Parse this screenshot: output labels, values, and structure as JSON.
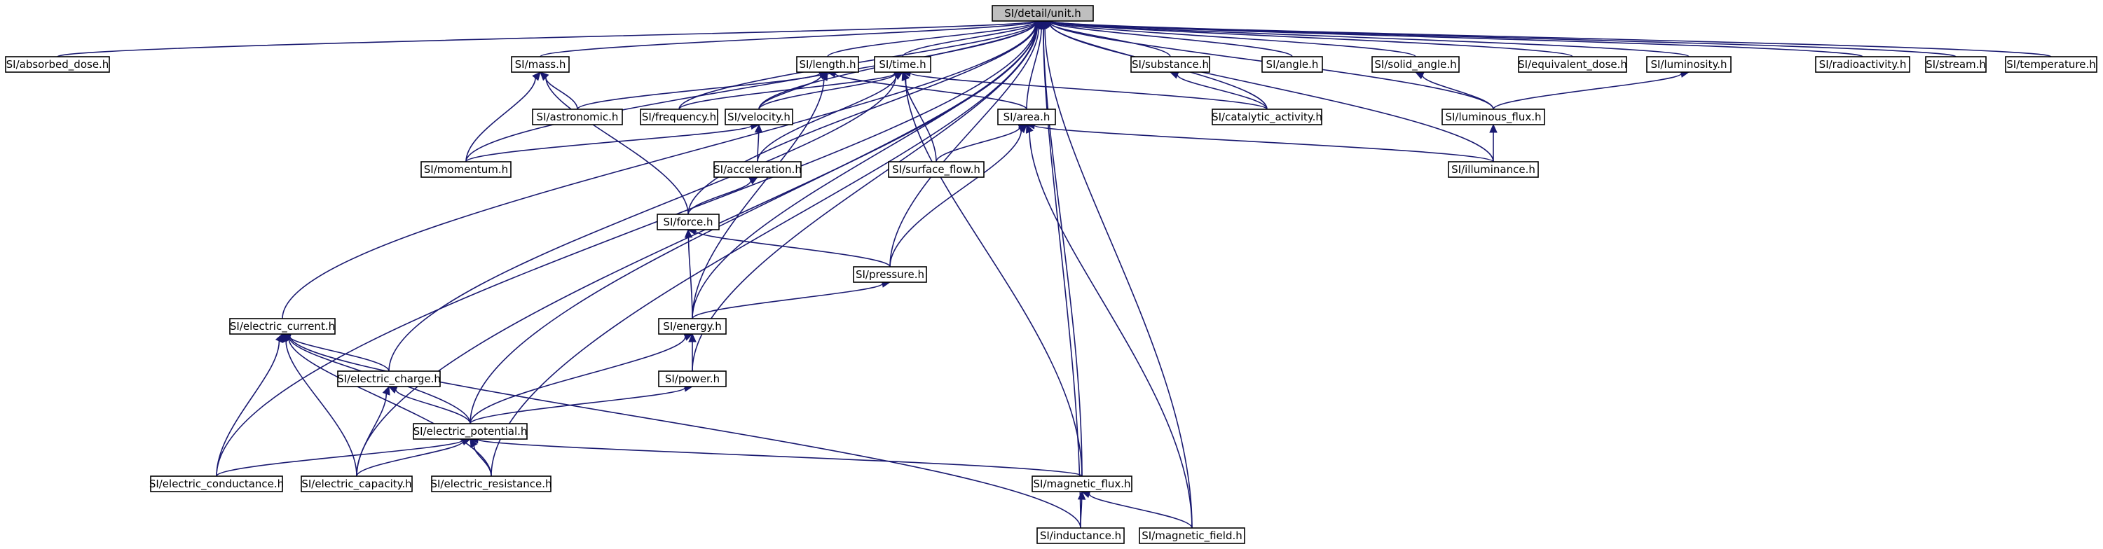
{
  "graph": {
    "colors": {
      "edge": "#191970",
      "root_fill": "#bfbfbf",
      "node_fill": "#ffffff",
      "node_border": "#000000"
    },
    "nodes": [
      {
        "id": "unit",
        "label": "SI/detail/unit.h",
        "root": true
      },
      {
        "id": "absorbed_dose",
        "label": "SI/absorbed_dose.h"
      },
      {
        "id": "mass",
        "label": "SI/mass.h"
      },
      {
        "id": "length",
        "label": "SI/length.h"
      },
      {
        "id": "time",
        "label": "SI/time.h"
      },
      {
        "id": "substance",
        "label": "SI/substance.h"
      },
      {
        "id": "angle",
        "label": "SI/angle.h"
      },
      {
        "id": "solid_angle",
        "label": "SI/solid_angle.h"
      },
      {
        "id": "equivalent_dose",
        "label": "SI/equivalent_dose.h"
      },
      {
        "id": "luminosity",
        "label": "SI/luminosity.h"
      },
      {
        "id": "radioactivity",
        "label": "SI/radioactivity.h"
      },
      {
        "id": "stream",
        "label": "SI/stream.h"
      },
      {
        "id": "temperature",
        "label": "SI/temperature.h"
      },
      {
        "id": "astronomic",
        "label": "SI/astronomic.h"
      },
      {
        "id": "frequency",
        "label": "SI/frequency.h"
      },
      {
        "id": "velocity",
        "label": "SI/velocity.h"
      },
      {
        "id": "area",
        "label": "SI/area.h"
      },
      {
        "id": "catalytic_activity",
        "label": "SI/catalytic_activity.h"
      },
      {
        "id": "luminous_flux",
        "label": "SI/luminous_flux.h"
      },
      {
        "id": "momentum",
        "label": "SI/momentum.h"
      },
      {
        "id": "acceleration",
        "label": "SI/acceleration.h"
      },
      {
        "id": "surface_flow",
        "label": "SI/surface_flow.h"
      },
      {
        "id": "illuminance",
        "label": "SI/illuminance.h"
      },
      {
        "id": "force",
        "label": "SI/force.h"
      },
      {
        "id": "pressure",
        "label": "SI/pressure.h"
      },
      {
        "id": "electric_current",
        "label": "SI/electric_current.h"
      },
      {
        "id": "energy",
        "label": "SI/energy.h"
      },
      {
        "id": "electric_charge",
        "label": "SI/electric_charge.h"
      },
      {
        "id": "power",
        "label": "SI/power.h"
      },
      {
        "id": "electric_potential",
        "label": "SI/electric_potential.h"
      },
      {
        "id": "electric_conductance",
        "label": "SI/electric_conductance.h"
      },
      {
        "id": "electric_capacity",
        "label": "SI/electric_capacity.h"
      },
      {
        "id": "electric_resistance",
        "label": "SI/electric_resistance.h"
      },
      {
        "id": "magnetic_flux",
        "label": "SI/magnetic_flux.h"
      },
      {
        "id": "inductance",
        "label": "SI/inductance.h"
      },
      {
        "id": "magnetic_field",
        "label": "SI/magnetic_field.h"
      }
    ],
    "edges": [
      {
        "from": "absorbed_dose",
        "to": "unit"
      },
      {
        "from": "mass",
        "to": "unit"
      },
      {
        "from": "length",
        "to": "unit"
      },
      {
        "from": "time",
        "to": "unit"
      },
      {
        "from": "substance",
        "to": "unit"
      },
      {
        "from": "angle",
        "to": "unit"
      },
      {
        "from": "solid_angle",
        "to": "unit"
      },
      {
        "from": "equivalent_dose",
        "to": "unit"
      },
      {
        "from": "luminosity",
        "to": "unit"
      },
      {
        "from": "radioactivity",
        "to": "unit"
      },
      {
        "from": "stream",
        "to": "unit"
      },
      {
        "from": "temperature",
        "to": "unit"
      },
      {
        "from": "frequency",
        "to": "unit"
      },
      {
        "from": "velocity",
        "to": "unit"
      },
      {
        "from": "area",
        "to": "unit"
      },
      {
        "from": "catalytic_activity",
        "to": "unit"
      },
      {
        "from": "luminous_flux",
        "to": "unit"
      },
      {
        "from": "momentum",
        "to": "unit"
      },
      {
        "from": "illuminance",
        "to": "unit"
      },
      {
        "from": "force",
        "to": "unit"
      },
      {
        "from": "pressure",
        "to": "unit"
      },
      {
        "from": "electric_current",
        "to": "unit"
      },
      {
        "from": "energy",
        "to": "unit"
      },
      {
        "from": "power",
        "to": "unit"
      },
      {
        "from": "electric_potential",
        "to": "unit"
      },
      {
        "from": "electric_conductance",
        "to": "unit"
      },
      {
        "from": "electric_capacity",
        "to": "unit"
      },
      {
        "from": "electric_resistance",
        "to": "unit"
      },
      {
        "from": "magnetic_flux",
        "to": "unit"
      },
      {
        "from": "inductance",
        "to": "unit"
      },
      {
        "from": "magnetic_field",
        "to": "unit"
      },
      {
        "from": "astronomic",
        "to": "mass"
      },
      {
        "from": "momentum",
        "to": "mass"
      },
      {
        "from": "force",
        "to": "mass"
      },
      {
        "from": "astronomic",
        "to": "length"
      },
      {
        "from": "velocity",
        "to": "length"
      },
      {
        "from": "energy",
        "to": "length"
      },
      {
        "from": "area",
        "to": "length"
      },
      {
        "from": "frequency",
        "to": "time"
      },
      {
        "from": "velocity",
        "to": "time"
      },
      {
        "from": "acceleration",
        "to": "time"
      },
      {
        "from": "surface_flow",
        "to": "time"
      },
      {
        "from": "catalytic_activity",
        "to": "time"
      },
      {
        "from": "electric_charge",
        "to": "time"
      },
      {
        "from": "magnetic_flux",
        "to": "time"
      },
      {
        "from": "catalytic_activity",
        "to": "substance"
      },
      {
        "from": "luminous_flux",
        "to": "solid_angle"
      },
      {
        "from": "luminous_flux",
        "to": "luminosity"
      },
      {
        "from": "momentum",
        "to": "velocity"
      },
      {
        "from": "acceleration",
        "to": "velocity"
      },
      {
        "from": "surface_flow",
        "to": "area"
      },
      {
        "from": "pressure",
        "to": "area"
      },
      {
        "from": "illuminance",
        "to": "area"
      },
      {
        "from": "magnetic_field",
        "to": "area"
      },
      {
        "from": "illuminance",
        "to": "luminous_flux"
      },
      {
        "from": "force",
        "to": "acceleration"
      },
      {
        "from": "energy",
        "to": "force"
      },
      {
        "from": "pressure",
        "to": "force"
      },
      {
        "from": "energy",
        "to": "pressure"
      },
      {
        "from": "power",
        "to": "energy"
      },
      {
        "from": "electric_potential",
        "to": "energy"
      },
      {
        "from": "electric_potential",
        "to": "power"
      },
      {
        "from": "electric_charge",
        "to": "electric_current"
      },
      {
        "from": "electric_potential",
        "to": "electric_current"
      },
      {
        "from": "electric_conductance",
        "to": "electric_current"
      },
      {
        "from": "electric_capacity",
        "to": "electric_current"
      },
      {
        "from": "electric_resistance",
        "to": "electric_current"
      },
      {
        "from": "inductance",
        "to": "electric_current"
      },
      {
        "from": "electric_potential",
        "to": "electric_charge"
      },
      {
        "from": "electric_capacity",
        "to": "electric_charge"
      },
      {
        "from": "electric_conductance",
        "to": "electric_potential"
      },
      {
        "from": "electric_capacity",
        "to": "electric_potential"
      },
      {
        "from": "electric_resistance",
        "to": "electric_potential"
      },
      {
        "from": "magnetic_flux",
        "to": "electric_potential"
      },
      {
        "from": "inductance",
        "to": "magnetic_flux"
      },
      {
        "from": "magnetic_field",
        "to": "magnetic_flux"
      }
    ]
  }
}
